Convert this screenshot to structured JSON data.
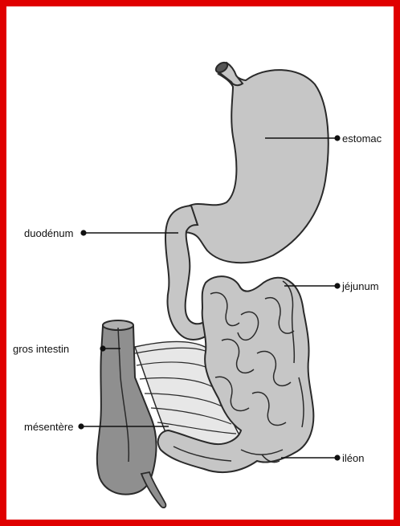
{
  "frame": {
    "border_color": "#e00000"
  },
  "diagram": {
    "labels": {
      "estomac": "estomac",
      "duodenum": "duodénum",
      "jejunum": "jéjunum",
      "gros_intestin": "gros intestin",
      "mesentere": "mésentère",
      "ileon": "iléon"
    },
    "colors": {
      "organ_fill": "#c6c6c6",
      "colon_fill": "#8f8f8f",
      "mesentery_fill": "#e7e7e7",
      "outline": "#2a2a2a"
    }
  }
}
